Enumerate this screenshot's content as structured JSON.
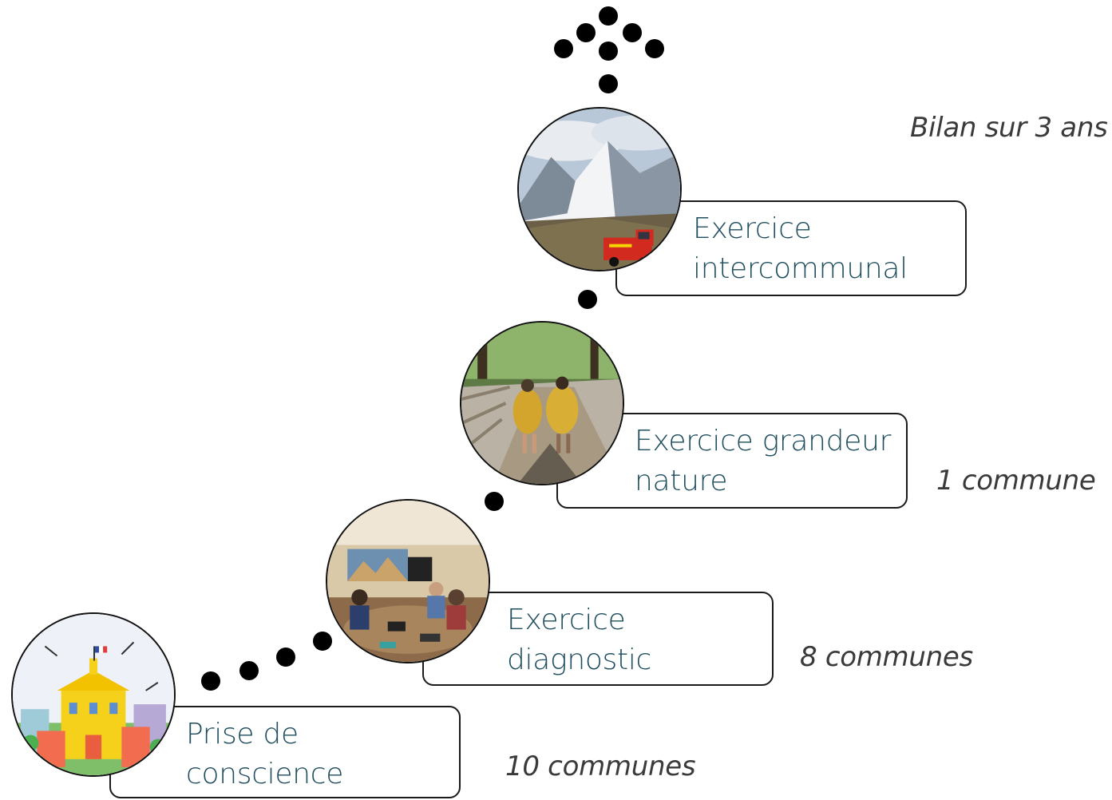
{
  "headline": "Bilan sur 3 ans",
  "steps": [
    {
      "id": "prise",
      "label_line1": "Prise de",
      "label_line2": "conscience",
      "count": "10 communes"
    },
    {
      "id": "diagnostic",
      "label_line1": "Exercice",
      "label_line2": "diagnostic",
      "count": "8 communes"
    },
    {
      "id": "grandeur",
      "label_line1": "Exercice grandeur",
      "label_line2": "nature",
      "count": "1 commune"
    },
    {
      "id": "intercommunal",
      "label_line1": "Exercice",
      "label_line2": "intercommunal",
      "count": ""
    }
  ],
  "colors": {
    "label_text": "#1f4e5f",
    "count_text": "#3a3a3a",
    "dots": "#000000"
  },
  "icons": [
    "town-hall-illustration",
    "meeting-room-photo",
    "bridge-exercise-photo",
    "mountain-firetruck-photo"
  ]
}
